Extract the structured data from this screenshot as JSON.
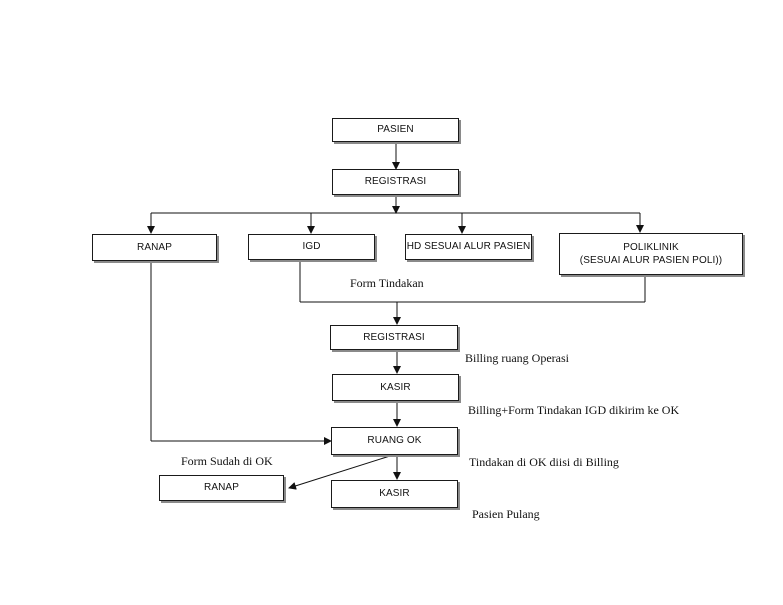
{
  "nodes": {
    "pasien": "PASIEN",
    "registrasi_1": "REGISTRASI",
    "ranap_1": "RANAP",
    "igd": "IGD",
    "hd": "HD SESUAI ALUR PASIEN",
    "poliklinik_line1": "POLIKLINIK",
    "poliklinik_line2": "(SESUAI ALUR PASIEN POLI))",
    "registrasi_2": "REGISTRASI",
    "kasir_1": "KASIR",
    "ruang_ok": "RUANG OK",
    "ranap_2": "RANAP",
    "kasir_2": "KASIR"
  },
  "notes": {
    "form_tindakan": "Form Tindakan",
    "billing_ruang_operasi": "Billing ruang Operasi",
    "billing_form_igd": "Billing+Form Tindakan IGD dikirim ke OK",
    "form_sudah_di_ok": "Form Sudah di OK",
    "tindakan_di_ok": "Tindakan di OK diisi di Billing",
    "pasien_pulang": "Pasien Pulang"
  }
}
